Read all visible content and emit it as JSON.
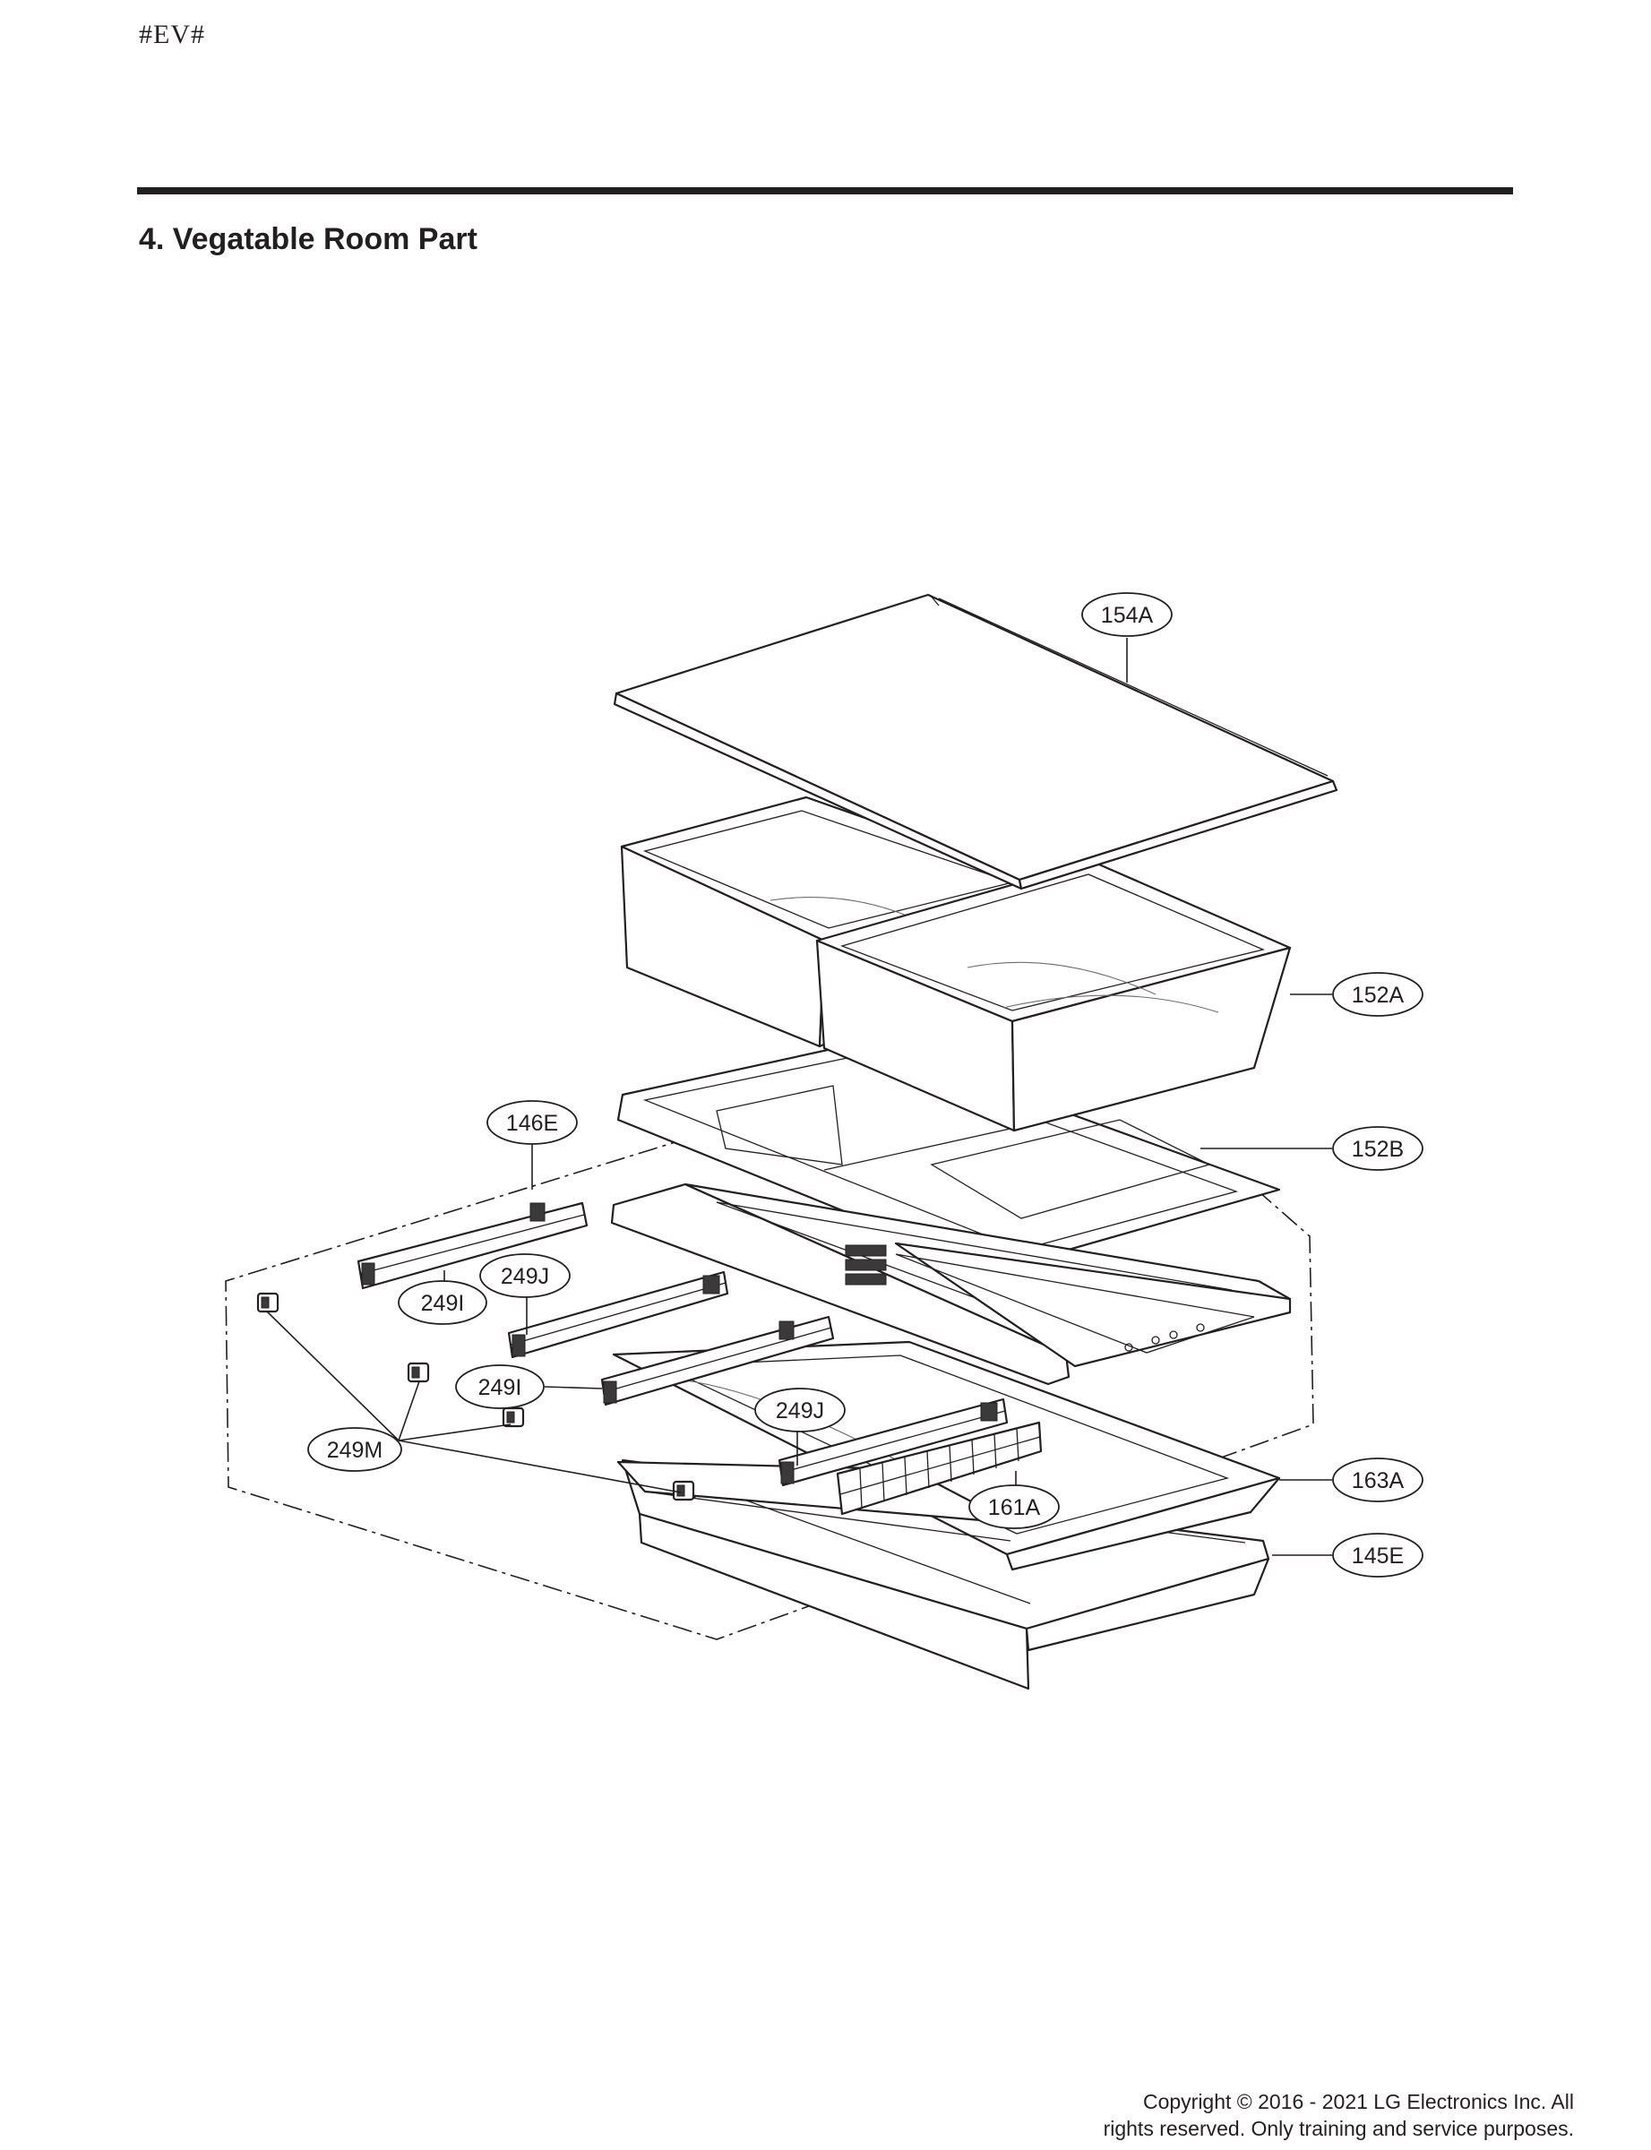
{
  "header": {
    "code_mark": "#EV#",
    "section_title": "4. Vegatable Room Part"
  },
  "diagram": {
    "callouts": {
      "c154A": "154A",
      "c152A": "152A",
      "c152B": "152B",
      "c146E": "146E",
      "c249I_a": "249I",
      "c249J_a": "249J",
      "c249I_b": "249I",
      "c249J_b": "249J",
      "c249M": "249M",
      "c161A": "161A",
      "c163A": "163A",
      "c145E": "145E"
    }
  },
  "footer": {
    "copyright_line1": "Copyright © 2016 - 2021 LG Electronics Inc. All",
    "copyright_line2": "rights reserved. Only training and service purposes."
  }
}
